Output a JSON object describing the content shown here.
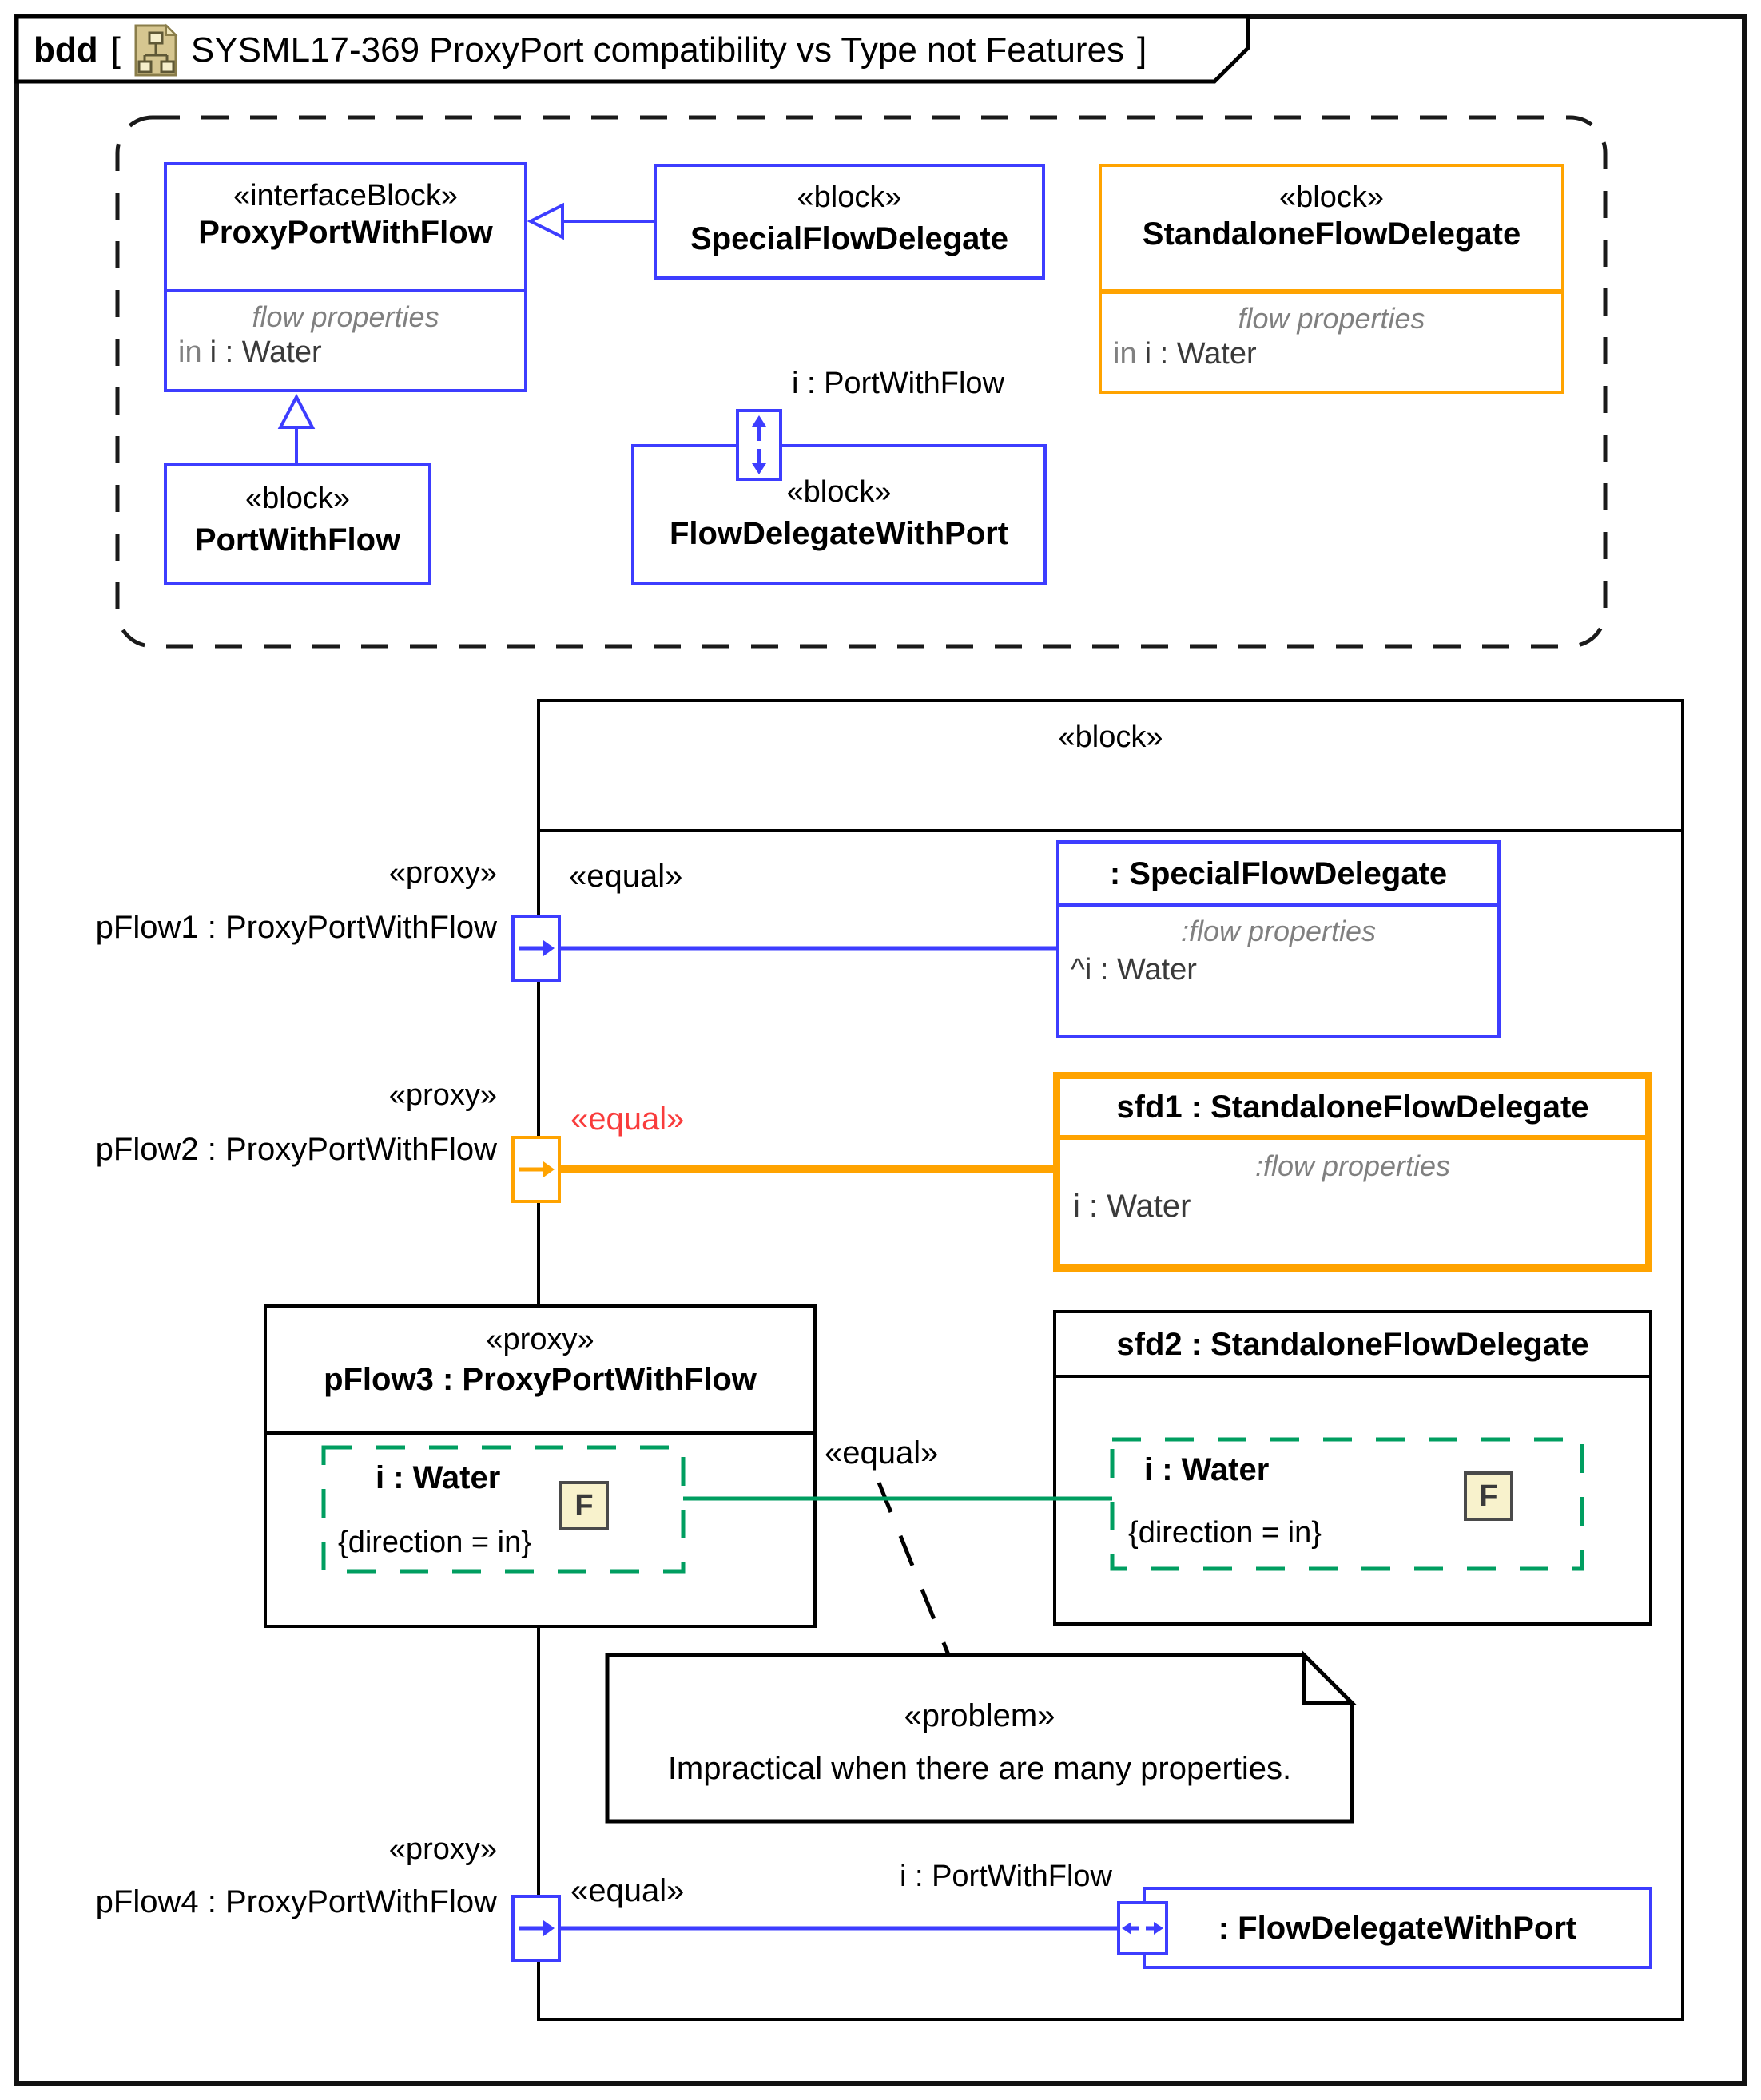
{
  "frame": {
    "kind": "bdd",
    "bracket_open": "[",
    "bracket_close": "]",
    "title": "SYSML17-369 ProxyPort compatibility vs Type not Features",
    "diagram_icon": "bdd-diagram-icon"
  },
  "colors": {
    "blue": "#3d3dff",
    "orange": "#ffa300",
    "green": "#009e60",
    "red": "#f93c3c",
    "gray_text": "#808080",
    "badge_fill": "#f8f2cc"
  },
  "library": {
    "proxy_port_with_flow": {
      "stereotype": "«interfaceBlock»",
      "name": "ProxyPortWithFlow",
      "compartment": "flow properties",
      "property_direction": "in",
      "property": "i : Water"
    },
    "special_flow_delegate": {
      "stereotype": "«block»",
      "name": "SpecialFlowDelegate"
    },
    "standalone_flow_delegate": {
      "stereotype": "«block»",
      "name": "StandaloneFlowDelegate",
      "compartment": "flow properties",
      "property_direction": "in",
      "property": "i : Water"
    },
    "port_with_flow": {
      "stereotype": "«block»",
      "name": "PortWithFlow"
    },
    "flow_delegate_with_port": {
      "stereotype": "«block»",
      "name": "FlowDelegateWithPort",
      "port_label": "i : PortWithFlow"
    }
  },
  "main_block": {
    "stereotype": "«block»",
    "pflow1": {
      "stereotype": "«proxy»",
      "label": "pFlow1 : ProxyPortWithFlow",
      "connector_label": "«equal»"
    },
    "pflow2": {
      "stereotype": "«proxy»",
      "label": "pFlow2 : ProxyPortWithFlow",
      "connector_label": "«equal»"
    },
    "pflow4": {
      "stereotype": "«proxy»",
      "label": "pFlow4 : ProxyPortWithFlow",
      "connector_label": "«equal»",
      "port_type_label": "i : PortWithFlow"
    },
    "special_part": {
      "name": ": SpecialFlowDelegate",
      "compartment": ":flow properties",
      "property": "^i : Water"
    },
    "sfd1": {
      "name": "sfd1 : StandaloneFlowDelegate",
      "compartment": ":flow properties",
      "property": "i : Water"
    },
    "sfd2": {
      "name": "sfd2 : StandaloneFlowDelegate",
      "property": "i : Water",
      "constraint": "{direction = in}",
      "badge": "F"
    },
    "pflow3": {
      "stereotype": "«proxy»",
      "name": "pFlow3 : ProxyPortWithFlow",
      "property": "i : Water",
      "constraint": "{direction = in}",
      "badge": "F",
      "connector_label": "«equal»"
    },
    "fdwp_part": {
      "name": ": FlowDelegateWithPort"
    },
    "note": {
      "stereotype": "«problem»",
      "text": "Impractical when there are many properties."
    }
  }
}
